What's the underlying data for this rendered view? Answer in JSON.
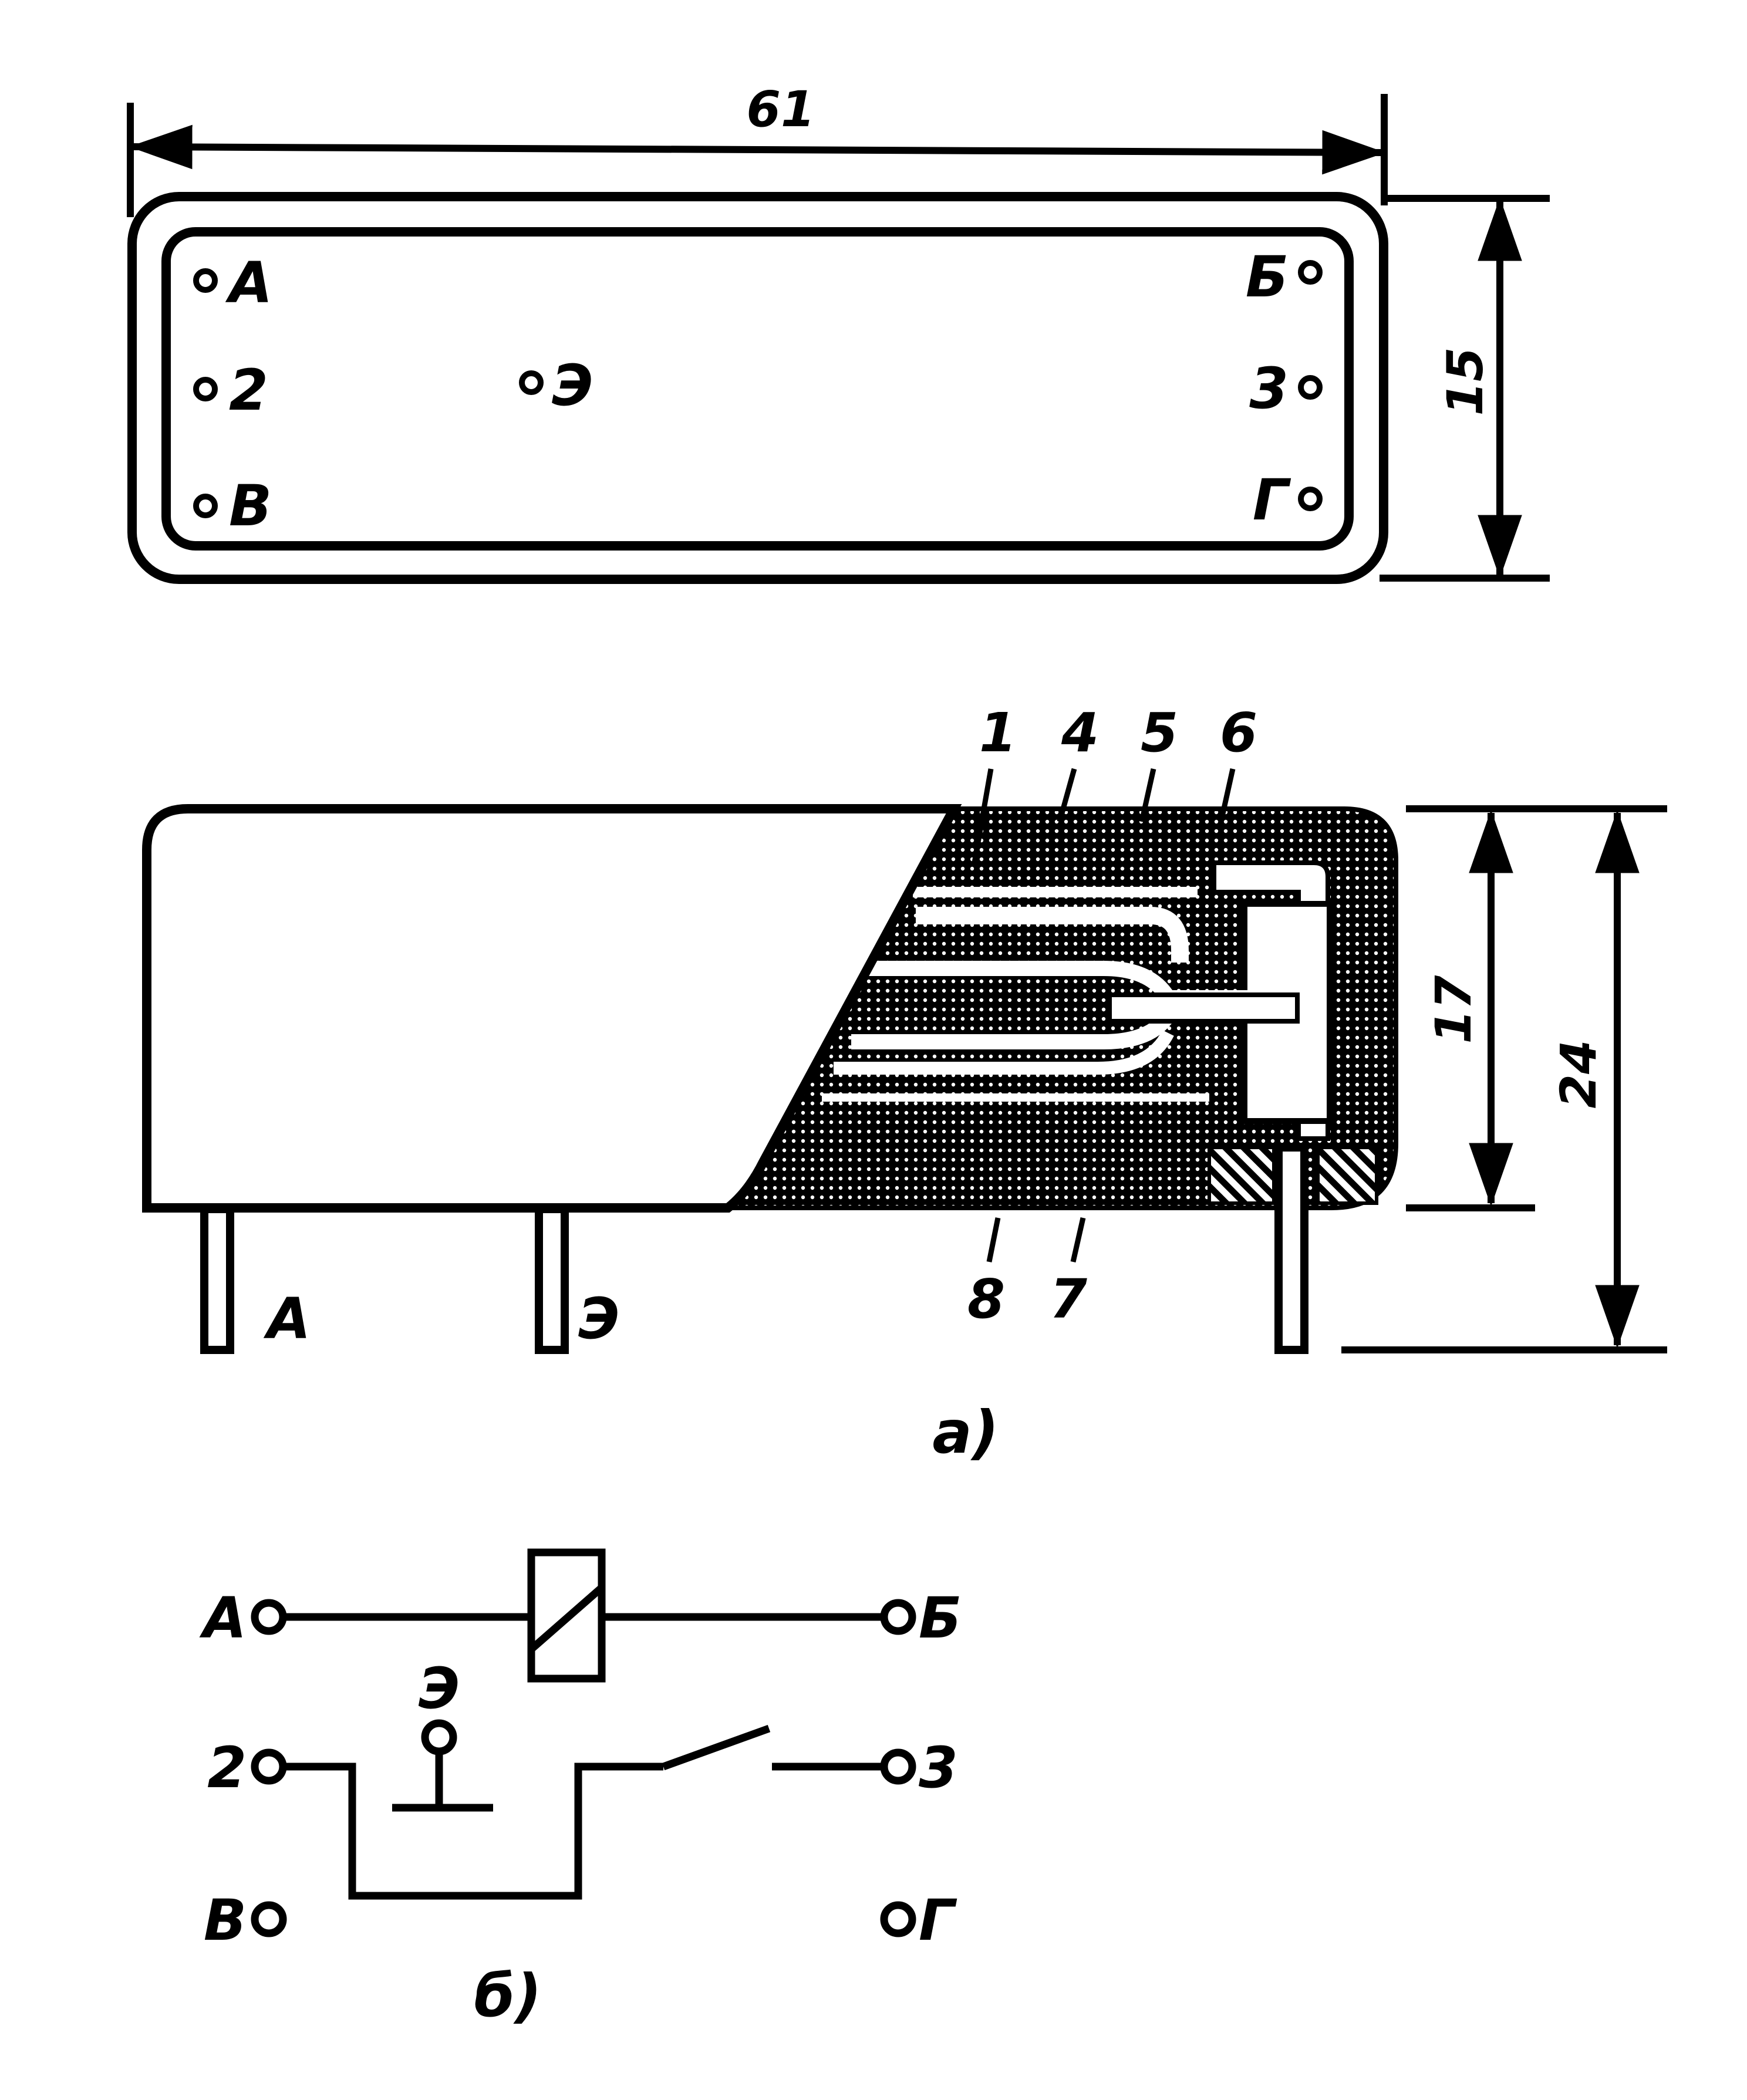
{
  "top_view": {
    "width_dim": "61",
    "height_dim": "15",
    "pins_left": [
      "А",
      "2",
      "В"
    ],
    "pin_center": "Э",
    "pins_right": [
      "Б",
      "3",
      "Г"
    ]
  },
  "side_view": {
    "callouts_top": [
      "1",
      "4",
      "5",
      "6"
    ],
    "callouts_bottom": [
      "8",
      "7"
    ],
    "height_body_dim": "17",
    "height_total_dim": "24",
    "pin_left": "А",
    "pin_mid": "Э",
    "caption": "а)"
  },
  "schematic": {
    "terminal_a": "А",
    "terminal_b": "Б",
    "terminal_e": "Э",
    "terminal_2": "2",
    "terminal_3": "3",
    "terminal_v": "В",
    "terminal_g": "Г",
    "caption": "б)"
  },
  "colors": {
    "ink": "#000000",
    "paper": "#ffffff"
  }
}
